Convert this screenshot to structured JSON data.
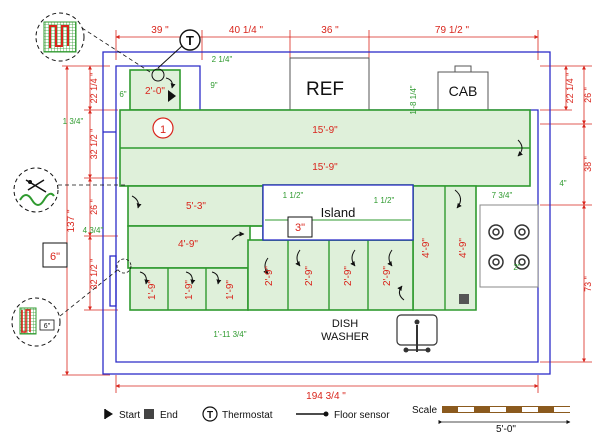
{
  "dims_top": [
    "39 \"",
    "40 1/4 \"",
    "36 \"",
    "79 1/2 \""
  ],
  "dims_right": [
    "22 1/4 \"",
    "26 \"",
    "38 \"",
    "73 \""
  ],
  "dims_left": [
    "22 1/4 \"",
    "32 1/2 \"",
    "26 \"",
    "32 1/2 \""
  ],
  "dim_left_total": "137 \"",
  "dim_bottom_total": "194 3/4 \"",
  "small_dims": [
    "2 1/4\"",
    "9\"",
    "6\"",
    "1 3/4\"",
    "1'-8 1/4\"",
    "1 1/2\"",
    "1 1/2\"",
    "7 3/4\"",
    "4\"",
    "4 3/4\"",
    "1'-11 3/4\"",
    "2'-0\"",
    "2\""
  ],
  "runs": [
    "15'-9\"",
    "15'-9\"",
    "5'-3\"",
    "4'-9\"",
    "1'-9\"",
    "1'-9\"",
    "1'-9\"",
    "2'-9\"",
    "2'-9\"",
    "2'-9\"",
    "2'-9\"",
    "4'-9\"",
    "4'-9\""
  ],
  "fixtures": {
    "ref": "REF",
    "cab": "CAB",
    "island": "Island",
    "dishwasher_line1": "DISH",
    "dishwasher_line2": "WASHER"
  },
  "markers": {
    "thermostat": "T",
    "zone": "1",
    "callout_6": "6\"",
    "callout_3": "3\"",
    "callout_inset": "6\""
  },
  "legend": {
    "start": "Start",
    "end": "End",
    "thermostat": "Thermostat",
    "thermostat_symbol": "T",
    "floor_sensor": "Floor sensor",
    "scale": "Scale",
    "scale_value": "5'-0\""
  }
}
